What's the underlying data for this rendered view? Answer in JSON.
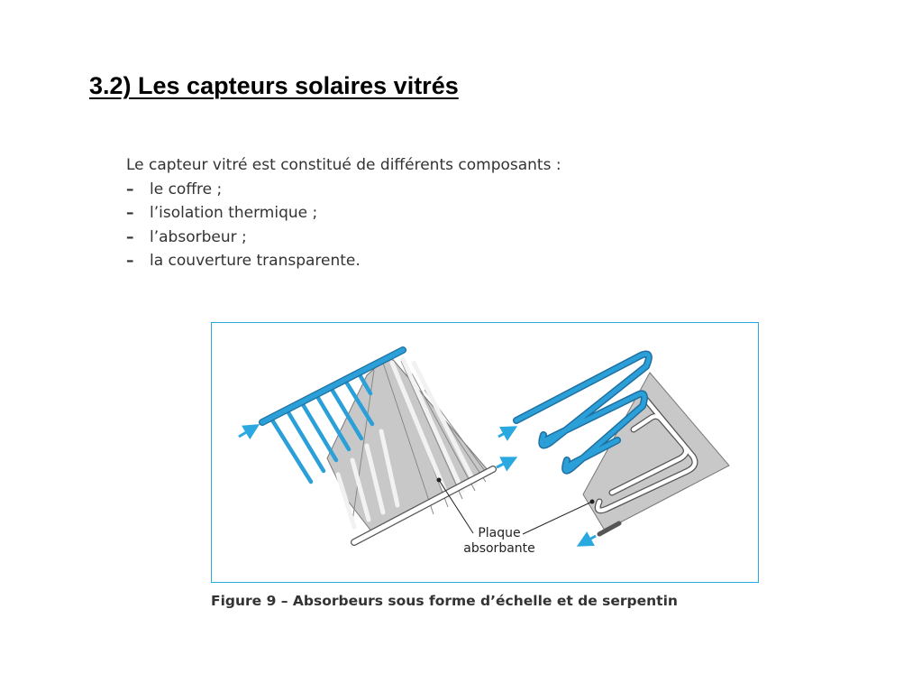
{
  "title": "3.2) Les capteurs solaires vitrés",
  "intro": {
    "lead": "Le capteur vitré est constitué de différents composants :",
    "items": [
      "le coffre ;",
      "l’isolation thermique ;",
      "l’absorbeur ;",
      "la couverture transparente."
    ],
    "bullet": "–"
  },
  "figure": {
    "label_line1": "Plaque",
    "label_line2": "absorbante",
    "caption": "Figure 9  –  Absorbeurs sous forme d’échelle et de serpentin",
    "colors": {
      "frame": "#2aa8e0",
      "tube": "#2a9fd8",
      "plate": "#c8c8c8",
      "arrow": "#2aa8e0"
    }
  }
}
